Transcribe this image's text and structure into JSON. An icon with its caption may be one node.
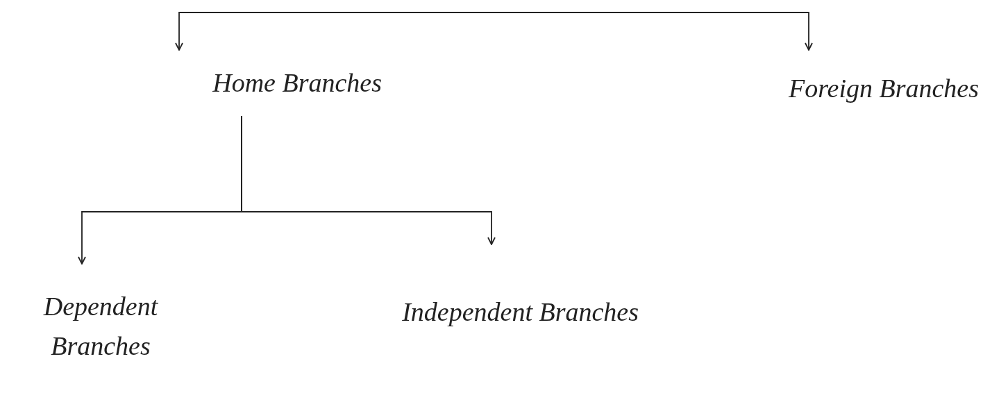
{
  "diagram": {
    "nodes": [
      {
        "text": [
          "Home Branches"
        ]
      },
      {
        "text": [
          "Foreign Branches"
        ]
      },
      {
        "text": [
          "Dependent Branches"
        ]
      },
      {
        "text": [
          "Independent Branches"
        ]
      }
    ],
    "edges": [
      {
        "from": null,
        "to": 0,
        "arrow": "to"
      },
      {
        "from": null,
        "to": 1,
        "arrow": "to"
      },
      {
        "from": 0,
        "to": 2,
        "arrow": "to"
      },
      {
        "from": 0,
        "to": 3,
        "arrow": "to"
      }
    ]
  }
}
